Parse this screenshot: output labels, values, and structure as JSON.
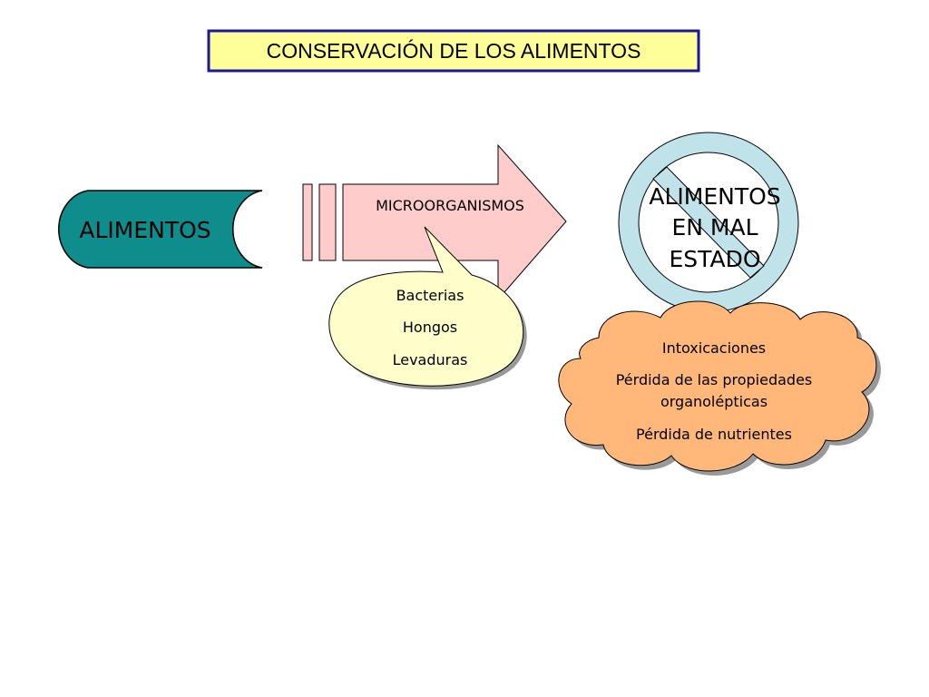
{
  "title": "CONSERVACIÓN DE LOS ALIMENTOS",
  "food_label": "ALIMENTOS",
  "arrow_label": "MICROORGANISMOS",
  "microorganisms": [
    "Bacterias",
    "Hongos",
    "Levaduras"
  ],
  "spoiled": [
    "ALIMENTOS",
    "EN MAL",
    "ESTADO"
  ],
  "consequences": [
    "Intoxicaciones",
    "Pérdida de las propiedades",
    "organolépticas",
    "Pérdida de nutrientes"
  ],
  "colors": {
    "title_fill": "#ffff99",
    "title_border": "#1a1a99",
    "food_fill": "#0f8c8c",
    "arrow_fill": "#ffcccc",
    "callout_fill": "#ffffcc",
    "prohibition_fill": "#bfe3e8",
    "cloud_fill": "#ffb77a"
  }
}
